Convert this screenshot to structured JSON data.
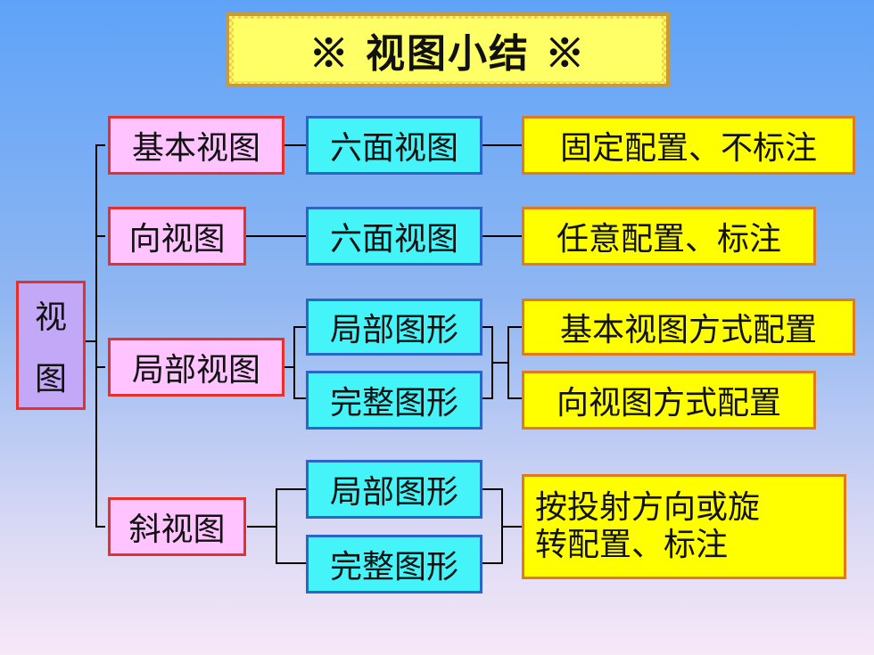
{
  "title": "※ 视图小结 ※",
  "root": {
    "char1": "视",
    "char2": "图"
  },
  "branches": {
    "basic": {
      "label": "基本视图",
      "mid": "六面视图",
      "result": "固定配置、不标注"
    },
    "direction": {
      "label": "向视图",
      "mid": "六面视图",
      "result": "任意配置、标注"
    },
    "partial": {
      "label": "局部视图",
      "mid1": "局部图形",
      "mid2": "完整图形",
      "result1": "基本视图方式配置",
      "result2": "向视图方式配置"
    },
    "oblique": {
      "label": "斜视图",
      "mid1": "局部图形",
      "mid2": "完整图形",
      "result_line1": "按投射方向或旋",
      "result_line2": "转配置、标注"
    }
  }
}
